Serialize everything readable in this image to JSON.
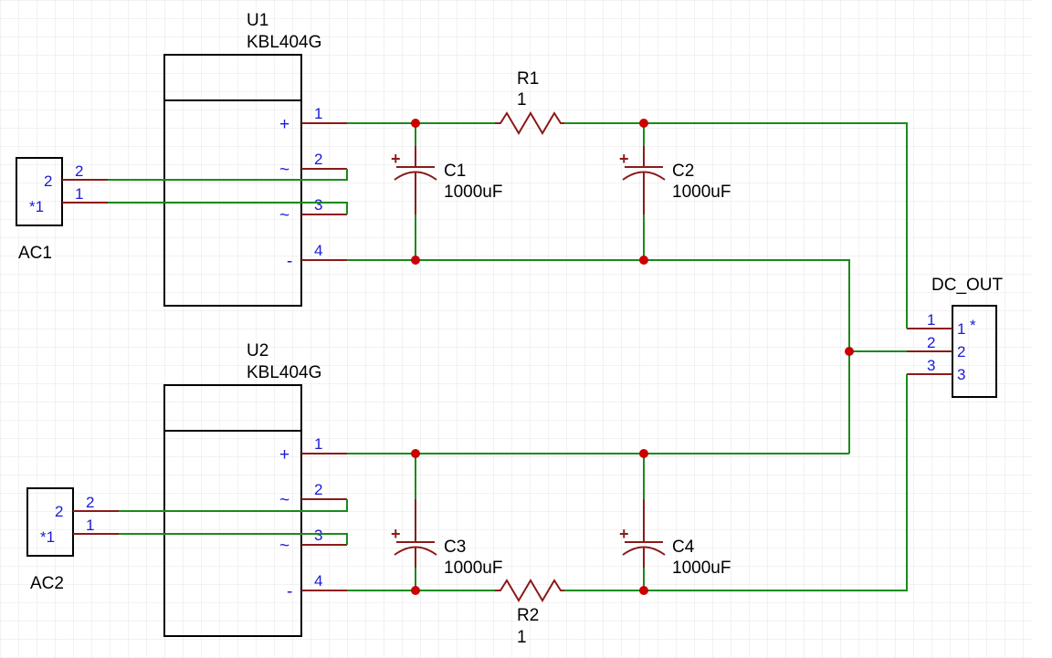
{
  "bridges": [
    {
      "ref": "U1",
      "value": "KBL404G",
      "pins": [
        "1",
        "2",
        "3",
        "4"
      ],
      "symbols": [
        "+",
        "~",
        "~",
        "-"
      ]
    },
    {
      "ref": "U2",
      "value": "KBL404G",
      "pins": [
        "1",
        "2",
        "3",
        "4"
      ],
      "symbols": [
        "+",
        "~",
        "~",
        "-"
      ]
    }
  ],
  "ac_connectors": [
    {
      "ref": "AC1",
      "body_pins": [
        "2",
        "*1"
      ],
      "pins": [
        "2",
        "1"
      ]
    },
    {
      "ref": "AC2",
      "body_pins": [
        "2",
        "*1"
      ],
      "pins": [
        "2",
        "1"
      ]
    }
  ],
  "capacitors": [
    {
      "ref": "C1",
      "value": "1000uF",
      "polarity": "+"
    },
    {
      "ref": "C2",
      "value": "1000uF",
      "polarity": "+"
    },
    {
      "ref": "C3",
      "value": "1000uF",
      "polarity": "+"
    },
    {
      "ref": "C4",
      "value": "1000uF",
      "polarity": "+"
    }
  ],
  "resistors": [
    {
      "ref": "R1",
      "value": "1"
    },
    {
      "ref": "R2",
      "value": "1"
    }
  ],
  "dc_out": {
    "ref": "DC_OUT",
    "body_pins": [
      "1",
      "2",
      "3"
    ],
    "marker": "*",
    "pins": [
      "1",
      "2",
      "3"
    ]
  },
  "colors": {
    "wire": "#1a8a1a",
    "lead": "#8b1a1a",
    "junction": "#cc0000",
    "pin_text": "#1a1ad6",
    "grid": "#e4e4e4"
  }
}
